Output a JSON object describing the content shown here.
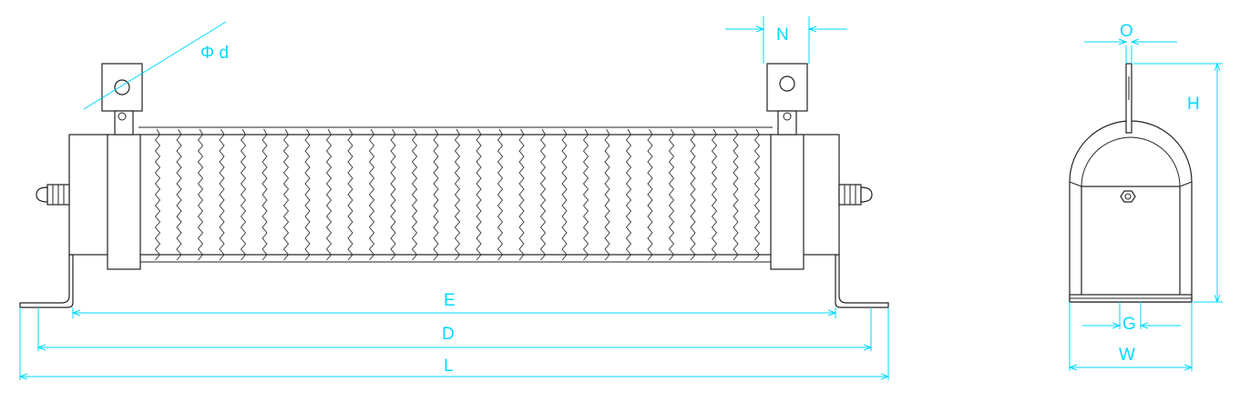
{
  "diagram": {
    "labels": {
      "phi_d": "Φ d",
      "n": "N",
      "o": "O",
      "h": "H",
      "e": "E",
      "d": "D",
      "l": "L",
      "g": "G",
      "w": "W"
    },
    "colors": {
      "dimension": "#00d8ff",
      "outline": "#222222"
    },
    "coil_turns": 29
  }
}
